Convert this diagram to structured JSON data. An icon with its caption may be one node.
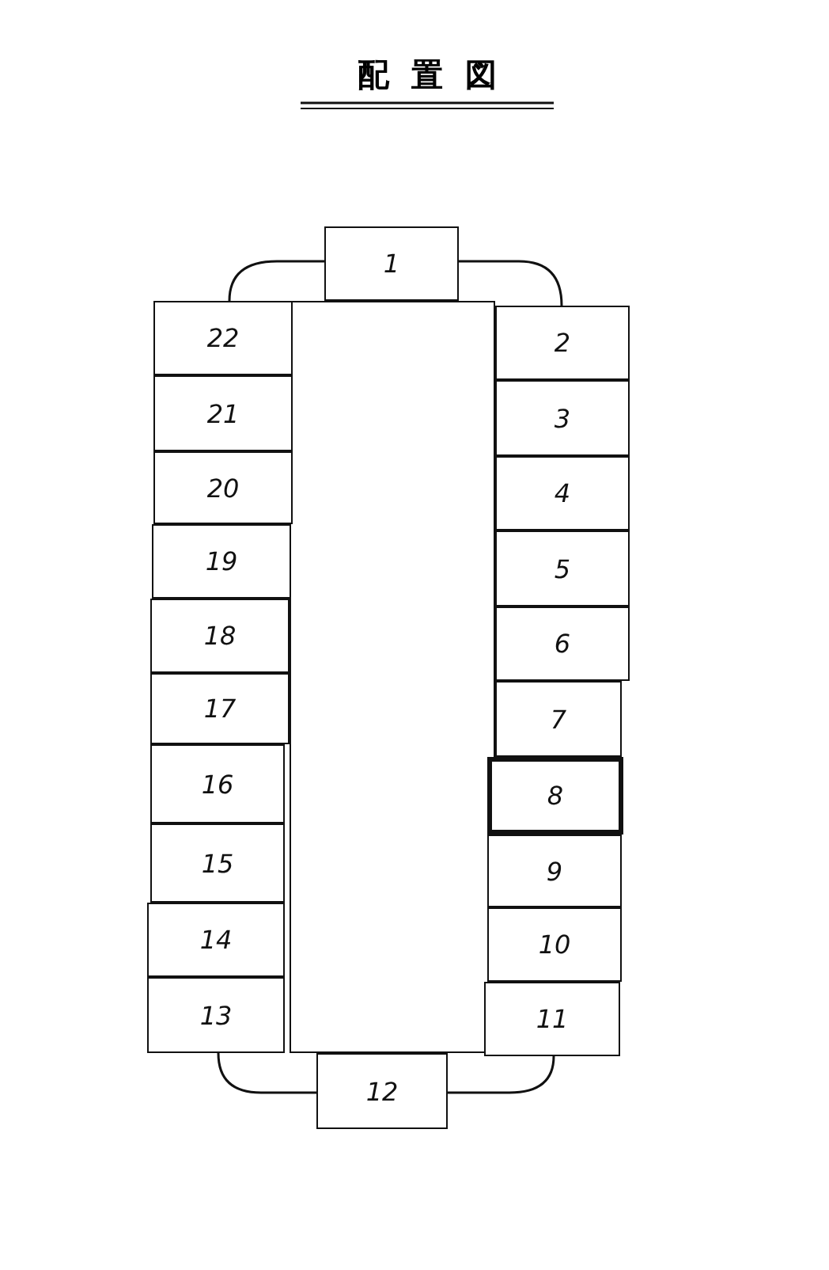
{
  "diagram": {
    "title": "配置図",
    "nodes": [
      {
        "text": [
          "1"
        ]
      },
      {
        "text": [
          "2"
        ]
      },
      {
        "text": [
          "3"
        ]
      },
      {
        "text": [
          "4"
        ]
      },
      {
        "text": [
          "5"
        ]
      },
      {
        "text": [
          "6"
        ]
      },
      {
        "text": [
          "7"
        ]
      },
      {
        "text": [
          "8"
        ]
      },
      {
        "text": [
          "9"
        ]
      },
      {
        "text": [
          "10"
        ]
      },
      {
        "text": [
          "11"
        ]
      },
      {
        "text": [
          "12"
        ]
      },
      {
        "text": [
          "13"
        ]
      },
      {
        "text": [
          "14"
        ]
      },
      {
        "text": [
          "15"
        ]
      },
      {
        "text": [
          "16"
        ]
      },
      {
        "text": [
          "17"
        ]
      },
      {
        "text": [
          "18"
        ]
      },
      {
        "text": [
          "19"
        ]
      },
      {
        "text": [
          "20"
        ]
      },
      {
        "text": [
          "21"
        ]
      },
      {
        "text": [
          "22"
        ]
      },
      {
        "text": [],
        "shape": "box"
      }
    ],
    "edges": [
      {
        "from": 21,
        "to": 0,
        "arrow": "none"
      },
      {
        "from": 0,
        "to": 1,
        "arrow": "none"
      },
      {
        "from": 12,
        "to": 11,
        "arrow": "none"
      },
      {
        "from": 11,
        "to": 10,
        "arrow": "none"
      }
    ]
  }
}
